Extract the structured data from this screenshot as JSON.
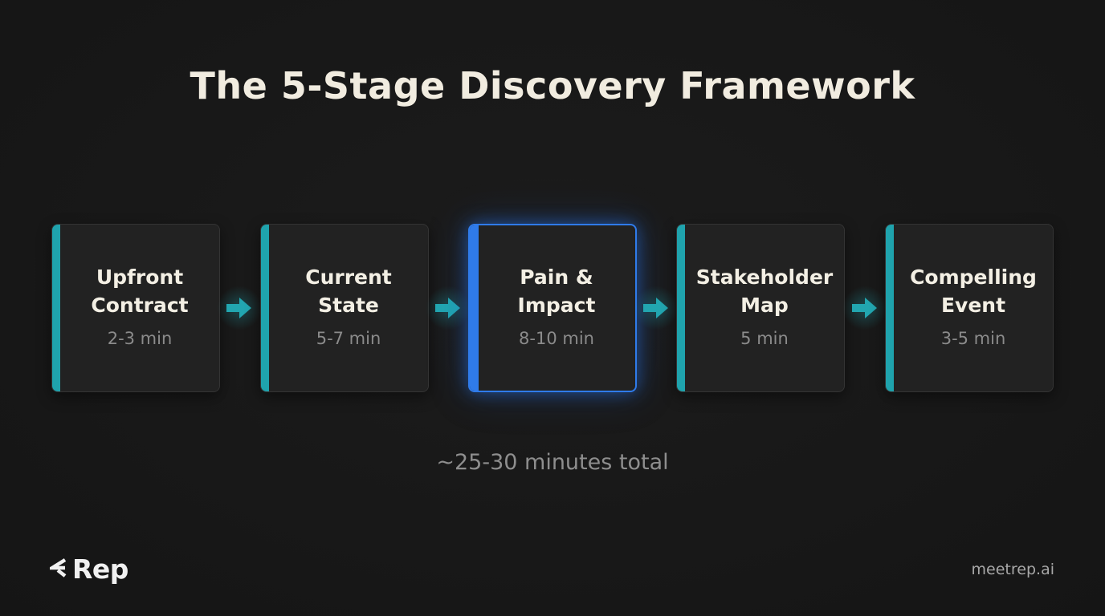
{
  "title": "The 5-Stage Discovery Framework",
  "stages": [
    {
      "name_line1": "Upfront",
      "name_line2": "Contract",
      "duration": "2-3 min",
      "active": false
    },
    {
      "name_line1": "Current",
      "name_line2": "State",
      "duration": "5-7 min",
      "active": false
    },
    {
      "name_line1": "Pain &",
      "name_line2": "Impact",
      "duration": "8-10 min",
      "active": true
    },
    {
      "name_line1": "Stakeholder",
      "name_line2": "Map",
      "duration": "5 min",
      "active": false
    },
    {
      "name_line1": "Compelling",
      "name_line2": "Event",
      "duration": "3-5 min",
      "active": false
    }
  ],
  "arrows": [
    "arrow-right-icon",
    "arrow-right-icon",
    "arrow-right-icon",
    "arrow-right-icon"
  ],
  "total": "~25-30 minutes total",
  "footer": {
    "logo_icon": "chevron-left-icon",
    "logo_text": "Rep",
    "website": "meetrep.ai"
  },
  "colors": {
    "background": "#181818",
    "card": "#222222",
    "accent_teal": "#1fa3ad",
    "accent_active_blue": "#2f7bea",
    "title_text": "#f1ece0",
    "muted_text": "#8b8b8b"
  }
}
